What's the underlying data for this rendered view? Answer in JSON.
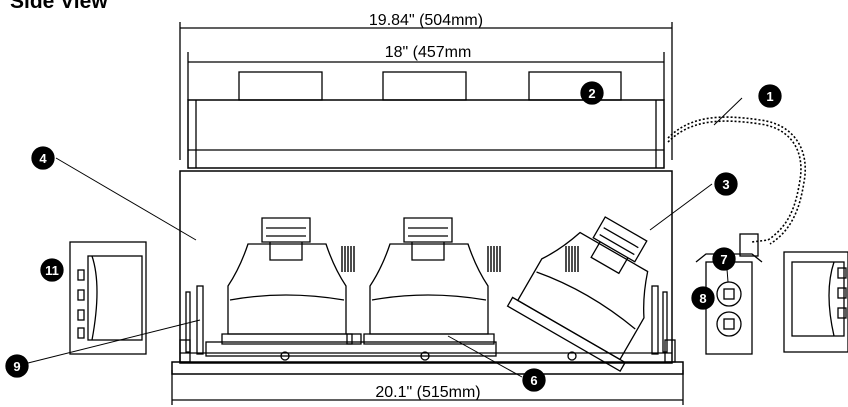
{
  "title": "Side View",
  "dimensions": {
    "overall_top": "19.84\" (504mm)",
    "housing_top": "18\" (457mm",
    "bottom": "20.1\" (515mm)"
  },
  "callouts": [
    "1",
    "2",
    "3",
    "4",
    "6",
    "7",
    "8",
    "9",
    "11"
  ]
}
